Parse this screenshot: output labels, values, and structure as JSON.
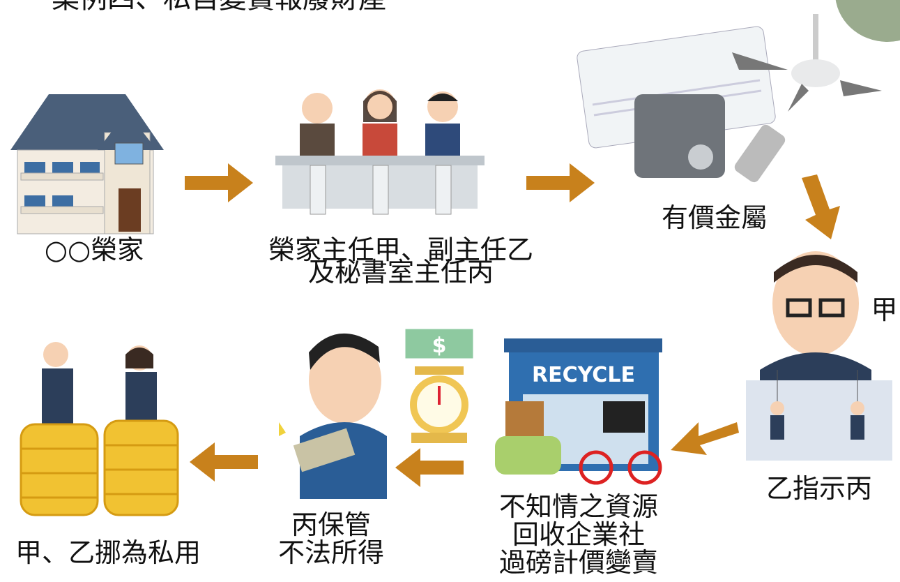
{
  "title": "案例四、私自變賣報廢財產",
  "nodes": {
    "house": "○○榮家",
    "committee_line1": "榮家主任甲、副主任乙",
    "committee_line2": "及秘書室主任丙",
    "metal": "有價金屬",
    "side_label": "甲",
    "puppeteer": "乙指示丙",
    "recycle_line1": "不知情之資源",
    "recycle_line2": "回收企業社",
    "recycle_line3": "過磅計價變賣",
    "keeper_line1": "丙保管",
    "keeper_line2": "不法所得",
    "misuse": "甲、乙挪為私用"
  },
  "illustrations": {
    "recycle_sign": "RECYCLE",
    "money_sign": "$"
  },
  "icons": [
    "house-icon",
    "committee-icon",
    "scrap-metal-icon",
    "puppeteer-icon",
    "recycle-shop-icon",
    "scale-icon",
    "money-keeper-icon",
    "coins-icon"
  ],
  "colors": {
    "arrow": "#c8811c",
    "accent_circle": "#9aab8e",
    "recycle_blue": "#2f6fb0"
  }
}
